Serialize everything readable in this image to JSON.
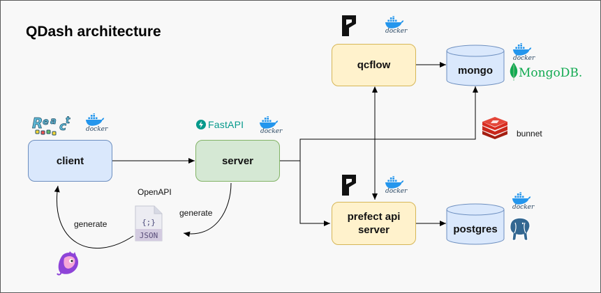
{
  "title": "QDash architecture",
  "nodes": {
    "client": "client",
    "server": "server",
    "qcflow": "qcflow",
    "prefect_line1": "prefect api",
    "prefect_line2": "server",
    "mongo": "mongo",
    "postgres": "postgres"
  },
  "labels": {
    "openapi": "OpenAPI",
    "generate_left": "generate",
    "generate_right": "generate",
    "bunnet": "bunnet",
    "json": "JSON",
    "json_braces": "{;}"
  },
  "logos": {
    "docker": "docker",
    "fastapi": "FastAPI",
    "mongodb": "MongoDB."
  },
  "colors": {
    "client_fill": "#dae8fc",
    "server_fill": "#d5e8d4",
    "service_fill": "#fff2cc",
    "database_fill": "#dae8fc",
    "docker_blue": "#2496ed",
    "fastapi_teal": "#05998b",
    "mongodb_green": "#13aa52",
    "redis_red": "#d82c20",
    "postgres_blue": "#336791"
  },
  "icons": [
    "react-logo",
    "docker-logo",
    "fastapi-logo",
    "prefect-logo",
    "mongodb-leaf-icon",
    "redis-icon",
    "postgresql-elephant-icon",
    "json-file-icon",
    "openapi-generator-logo"
  ]
}
